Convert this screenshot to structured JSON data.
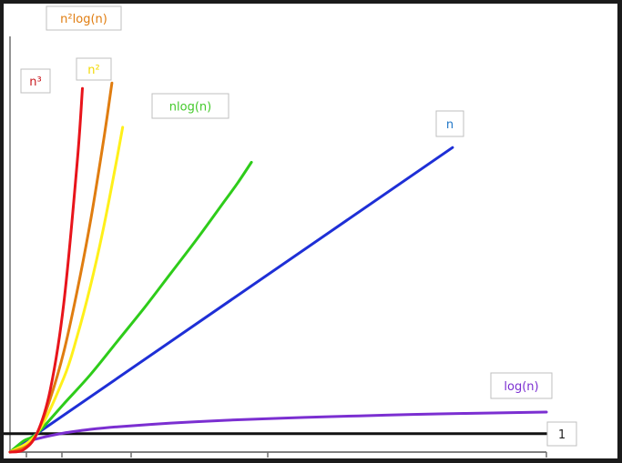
{
  "chart_data": {
    "type": "line",
    "title": "",
    "xlabel": "",
    "ylabel": "",
    "xlim": [
      0,
      20
    ],
    "ylim": [
      0,
      24
    ],
    "grid": false,
    "legend": "inline labels",
    "series": [
      {
        "name": "n³",
        "color": "#e8141b",
        "x": [
          0,
          0.5,
          1,
          1.5,
          2,
          2.5,
          2.7
        ],
        "y": [
          0,
          0.125,
          1,
          3.375,
          8,
          15.6,
          19.7
        ]
      },
      {
        "name": "n²log(n)",
        "color": "#e07d10",
        "x": [
          0,
          0.6,
          1,
          1.5,
          2,
          2.5,
          3,
          3.5,
          3.8
        ],
        "y": [
          0,
          0.3,
          1,
          2.9,
          5.4,
          8.7,
          12.5,
          17.0,
          20.0
        ]
      },
      {
        "name": "n²",
        "color": "#fff01a",
        "x": [
          0,
          1,
          2,
          2.5,
          3,
          3.5,
          4,
          4.2
        ],
        "y": [
          0,
          1,
          4,
          6.25,
          9,
          12.25,
          16,
          17.6
        ]
      },
      {
        "name": "nlog(n)",
        "color": "#2ecc1a",
        "x": [
          0,
          0.5,
          1,
          2,
          3,
          4,
          5,
          6,
          7,
          8,
          8.5,
          9
        ],
        "y": [
          0,
          0.6,
          1,
          2.6,
          4.2,
          6.0,
          7.8,
          9.7,
          11.6,
          13.6,
          14.6,
          15.7
        ]
      },
      {
        "name": "n",
        "color": "#1e2fd6",
        "x": [
          0,
          16.5
        ],
        "y": [
          0,
          16.5
        ]
      },
      {
        "name": "log(n)",
        "color": "#7b2fd1",
        "x": [
          0,
          0.5,
          1,
          2,
          3,
          4,
          6,
          8,
          10,
          12,
          14,
          16,
          18,
          20
        ],
        "y": [
          0,
          0.48,
          0.72,
          1.03,
          1.23,
          1.37,
          1.57,
          1.72,
          1.83,
          1.92,
          2.0,
          2.07,
          2.12,
          2.17
        ]
      },
      {
        "name": "1",
        "color": "#111111",
        "x": [
          -0.3,
          20
        ],
        "y": [
          1,
          1
        ]
      }
    ]
  }
}
